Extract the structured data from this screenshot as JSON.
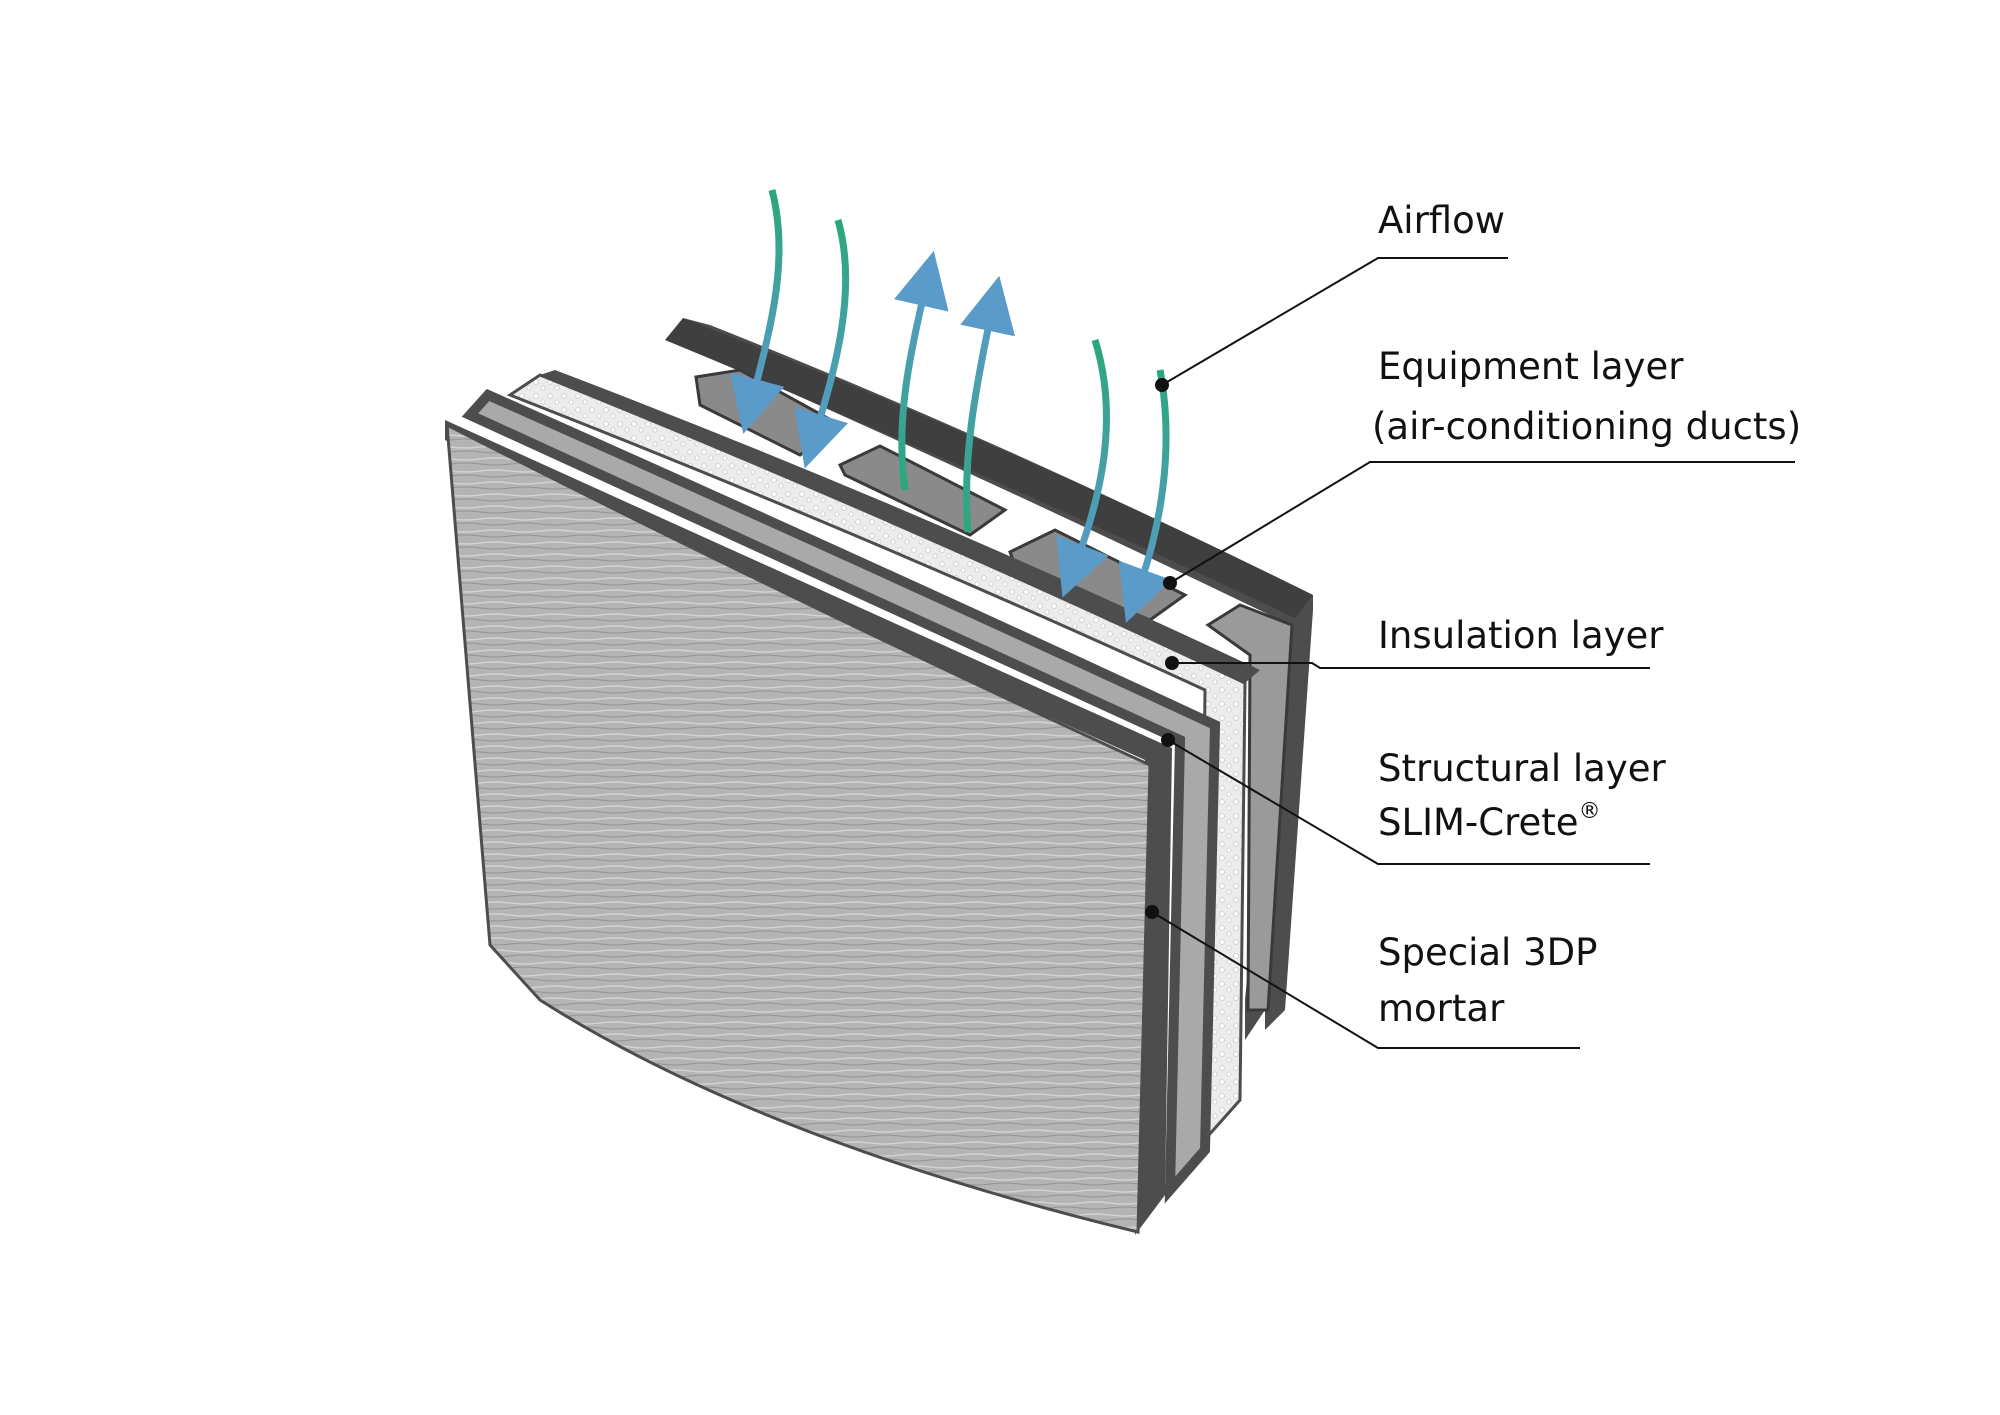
{
  "colors": {
    "background": "#ffffff",
    "wall_dark": "#4d4d4d",
    "wall_face": "#b4b4b4",
    "structural_band": "#a9a9a9",
    "insulation": "#ebebeb",
    "leader_line": "#111111",
    "arrow_down": "#5a9bc9",
    "arrow_up": "#5a9bc9",
    "airflow_green": "#2aa77a"
  },
  "airflow_arrows": [
    {
      "direction": "down"
    },
    {
      "direction": "down"
    },
    {
      "direction": "up"
    },
    {
      "direction": "up"
    },
    {
      "direction": "down"
    },
    {
      "direction": "down"
    }
  ],
  "labels": {
    "airflow": "Airflow",
    "equipment_line1": "Equipment layer",
    "equipment_line2": "(air-conditioning ducts)",
    "insulation": "Insulation layer",
    "structural_line1": "Structural layer",
    "structural_line2": "SLIM-Crete",
    "structural_mark": "®",
    "mortar_line1": "Special 3DP",
    "mortar_line2": "mortar"
  }
}
